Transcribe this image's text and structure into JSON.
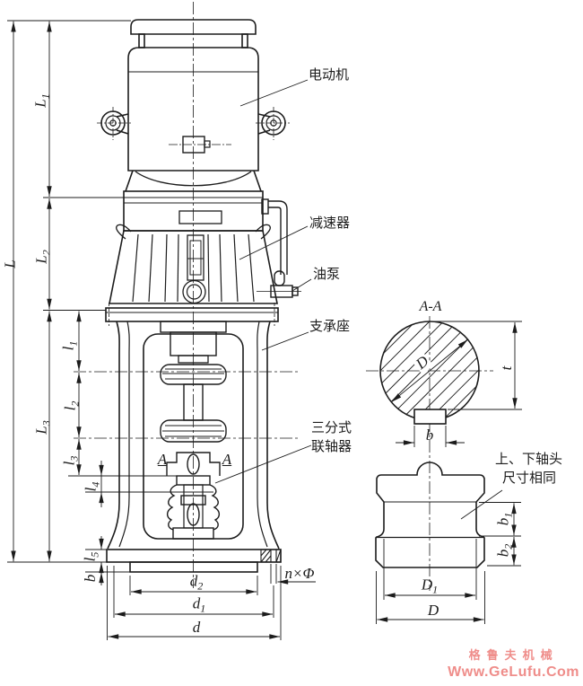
{
  "callouts": {
    "motor": "电动机",
    "reducer": "减速器",
    "oil_pump": "油泵",
    "support_seat": "支承座",
    "coupling_line1": "三分式",
    "coupling_line2": "联轴器",
    "shaft_head_note_line1": "上、下轴头",
    "shaft_head_note_line2": "尺寸相同",
    "section_title": "A-A",
    "section_marker": "A"
  },
  "dimensions": {
    "L": {
      "base": "L",
      "sub": ""
    },
    "L1": {
      "base": "L",
      "sub": "1"
    },
    "L2": {
      "base": "L",
      "sub": "2"
    },
    "L3": {
      "base": "L",
      "sub": "3"
    },
    "l1": {
      "base": "l",
      "sub": "1"
    },
    "l2": {
      "base": "l",
      "sub": "2"
    },
    "l3": {
      "base": "l",
      "sub": "3"
    },
    "l4": {
      "base": "l",
      "sub": "4"
    },
    "l5": {
      "base": "l",
      "sub": "5"
    },
    "b_left": {
      "base": "b",
      "sub": ""
    },
    "d": {
      "base": "d",
      "sub": ""
    },
    "d1": {
      "base": "d",
      "sub": "1"
    },
    "d2": {
      "base": "d",
      "sub": "2"
    },
    "n_phi": "n×Φ",
    "D_circle": {
      "base": "D",
      "sub": ""
    },
    "t": {
      "base": "t",
      "sub": ""
    },
    "b_keyway": {
      "base": "b",
      "sub": ""
    },
    "D_shaft": {
      "base": "D",
      "sub": ""
    },
    "D1": {
      "base": "D",
      "sub": "1"
    },
    "b1": {
      "base": "b",
      "sub": "1"
    },
    "b2": {
      "base": "b",
      "sub": "2"
    }
  },
  "watermark": {
    "line1": "格鲁夫机械",
    "line2": "Www.GeLufu.Com",
    "color": "#ef8d8a"
  },
  "line_color": "#1c1c1c"
}
